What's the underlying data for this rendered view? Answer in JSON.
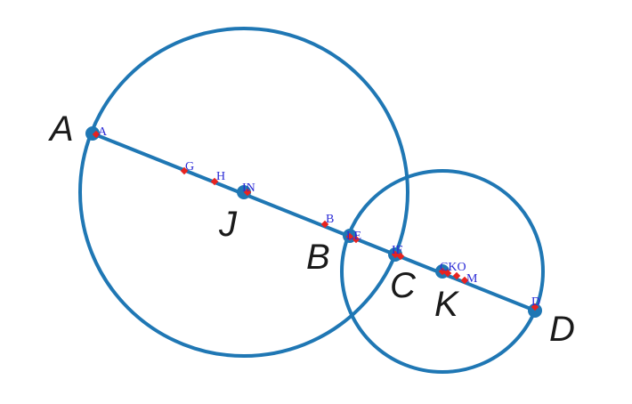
{
  "colors": {
    "stroke": "#1f77b4",
    "point": "#1f77b4",
    "marker": "#e8231f",
    "big_label": "#1a1a1a",
    "small_label": "#2b2bd6"
  },
  "big_labels": {
    "A": "A",
    "B": "B",
    "C": "C",
    "D": "D",
    "J": "J",
    "K": "K"
  },
  "small_labels": {
    "A": "A",
    "G": "G",
    "H": "H",
    "IN": "IN",
    "B": "B",
    "LE": "LE",
    "IF": "IF",
    "CKO": "CKO",
    "M": "M",
    "D": "D"
  }
}
